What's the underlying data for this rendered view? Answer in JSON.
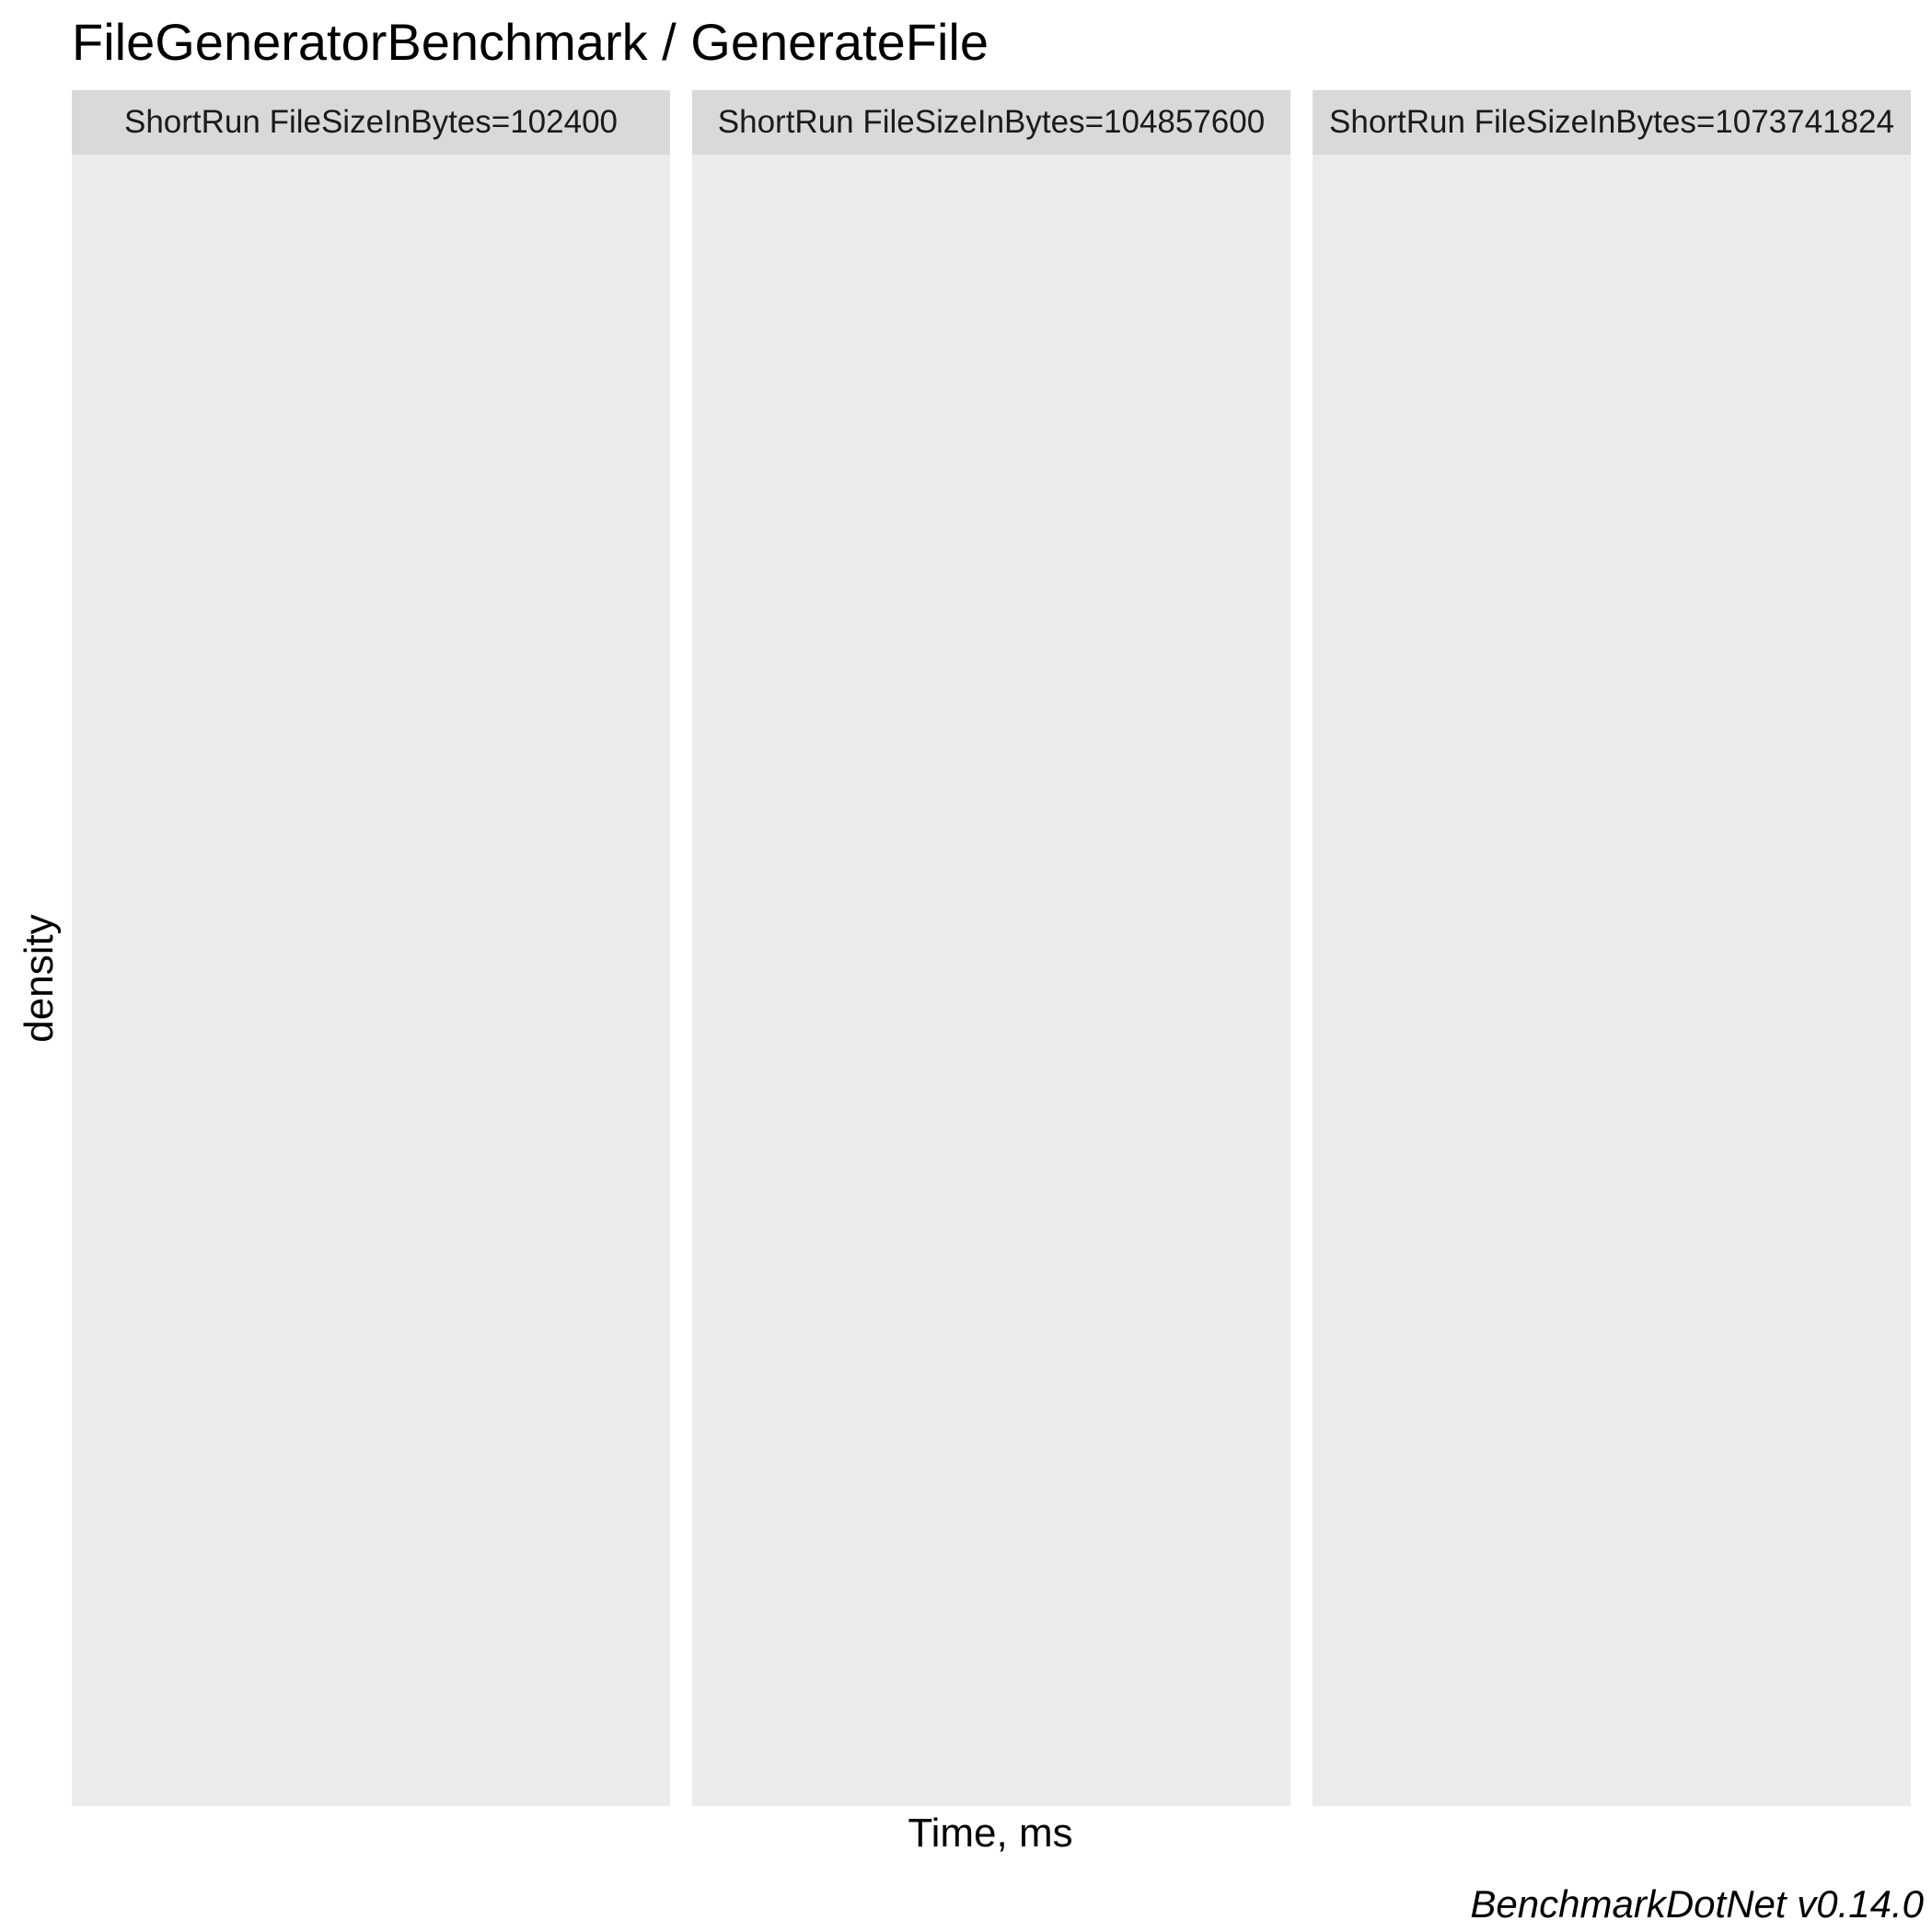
{
  "chart_data": {
    "type": "area",
    "title": "FileGeneratorBenchmark / GenerateFile",
    "xlabel": "Time, ms",
    "ylabel": "density",
    "caption": "BenchmarkDotNet v0.14.0",
    "facets": [
      {
        "label": "ShortRun FileSizeInBytes=102400",
        "series": []
      },
      {
        "label": "ShortRun FileSizeInBytes=104857600",
        "series": []
      },
      {
        "label": "ShortRun FileSizeInBytes=1073741824",
        "series": []
      }
    ],
    "grid": false,
    "colors": {
      "strip_background": "#d9d9d9",
      "panel_background": "#ebebeb"
    }
  }
}
